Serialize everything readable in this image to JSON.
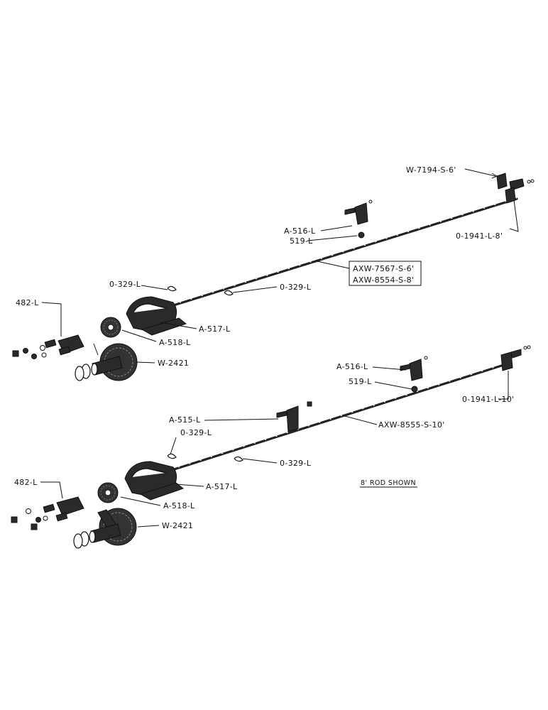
{
  "labels": {
    "upper": {
      "w7194": "W-7194-S-6'",
      "o1941": "0-1941-L-8'",
      "a516": "A-516-L",
      "l519": "519-L",
      "axw7567": "AXW-7567-S-6'",
      "axw8554": "AXW-8554-S-8'",
      "o329_left": "0-329-L",
      "o329_right": "0-329-L",
      "l482": "482-L",
      "a517": "A-517-L",
      "a518": "A-518-L",
      "w2421": "W-2421"
    },
    "lower": {
      "a516": "A-516-L",
      "l519": "519-L",
      "o1941": "0-1941-L-10'",
      "a515": "A-515-L",
      "axw8555": "AXW-8555-S-10'",
      "o329_left": "0-329-L",
      "o329_right": "0-329-L",
      "l482": "482-L",
      "a517": "A-517-L",
      "a518": "A-518-L",
      "w2421": "W-2421"
    },
    "note": "8' ROD SHOWN"
  }
}
